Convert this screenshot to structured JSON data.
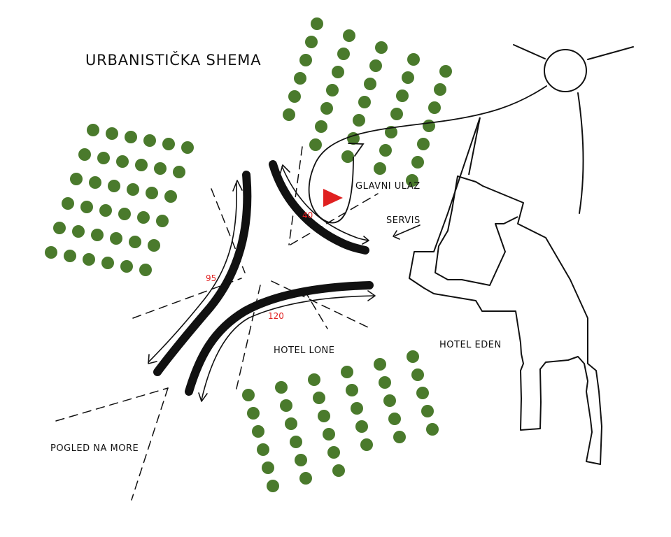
{
  "title": "URBANISTIČKA SHEMA",
  "labels": {
    "main_entrance": "GLAVNI ULAZ",
    "service": "SERVIS",
    "hotel_lone": "HOTEL LONE",
    "hotel_eden": "HOTEL EDEN",
    "sea_view": "POGLED NA MORE"
  },
  "measurements": {
    "angle_upper": "40",
    "angle_left": "95",
    "angle_lower": "120"
  },
  "colors": {
    "tree": "#4a7a2c",
    "entrance_marker": "#e02020",
    "measure_text": "#e02020",
    "ink": "#111111",
    "background": "#ffffff"
  },
  "icons": {
    "entrance_marker": "red-triangle-icon",
    "sun": "sun-icon"
  }
}
